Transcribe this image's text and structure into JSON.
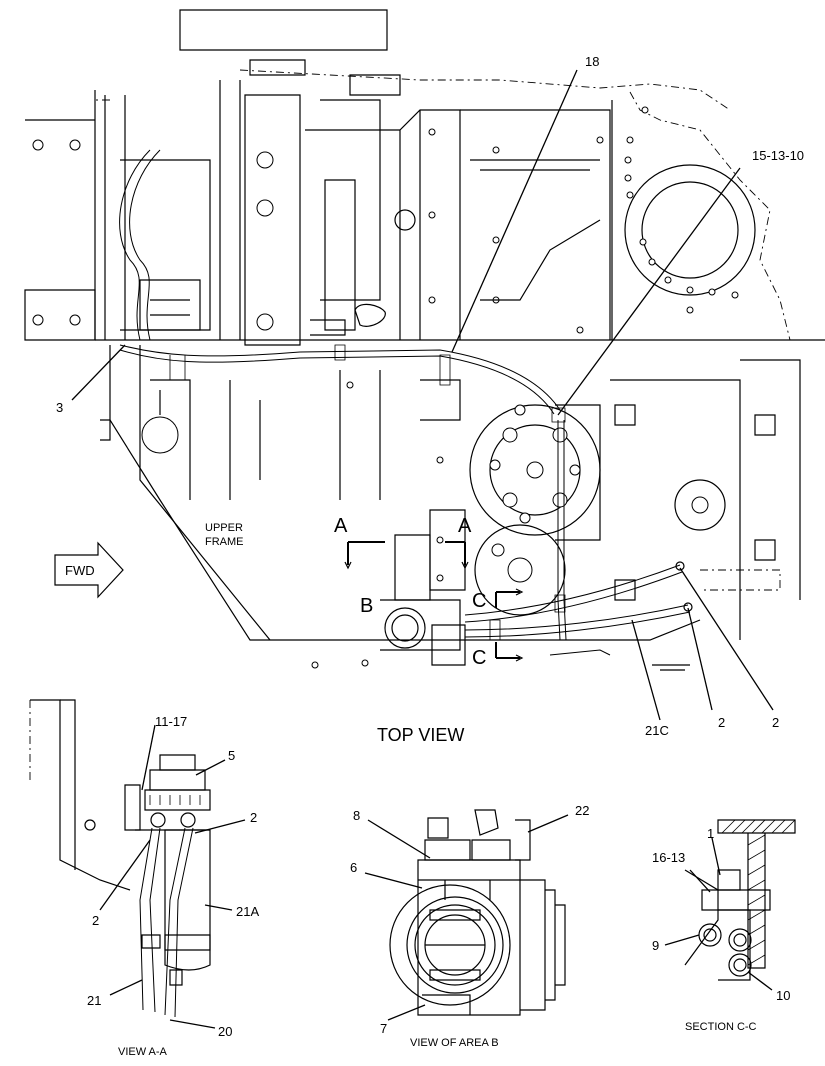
{
  "views": {
    "top_view": "TOP VIEW",
    "view_a": "VIEW A-A",
    "view_b": "VIEW OF AREA B",
    "section_c": "SECTION C-C"
  },
  "frame": {
    "upper_line1": "UPPER",
    "upper_line2": "FRAME",
    "fwd": "FWD"
  },
  "section_marks": {
    "a": "A",
    "b": "B",
    "c": "C"
  },
  "callouts": {
    "c18": "18",
    "c15": "15-13-10",
    "c3": "3",
    "c21c": "21C",
    "c2a": "2",
    "c2b": "2",
    "c11": "11-17",
    "c5": "5",
    "c2c": "2",
    "c2d": "2",
    "c21a": "21A",
    "c21": "21",
    "c20": "20",
    "c8": "8",
    "c22": "22",
    "c6": "6",
    "c7": "7",
    "c1": "1",
    "c16": "16-13",
    "c9": "9",
    "c10": "10"
  }
}
